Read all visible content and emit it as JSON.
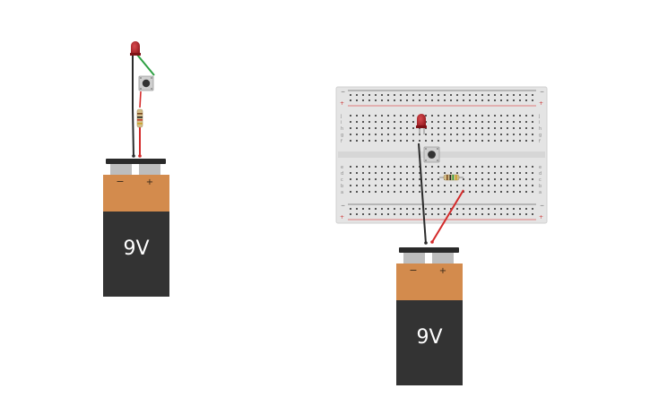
{
  "canvas": {
    "background": "#ffffff"
  },
  "colors": {
    "battery_top": "#d38b4d",
    "battery_body": "#333333",
    "battery_cap": "#2a2a2a",
    "terminal": "#bdbdbd",
    "led": "#a31f24",
    "wire_black": "#2b2b2b",
    "wire_red": "#d42a2a",
    "wire_green": "#2ea043",
    "breadboard": "#e4e4e4",
    "rail_red": "#e05a5a",
    "rail_blue": "#6a6a6a"
  },
  "battery_left": {
    "voltage_label": "9V",
    "minus_label": "−",
    "plus_label": "+"
  },
  "battery_right": {
    "voltage_label": "9V",
    "minus_label": "−",
    "plus_label": "+"
  },
  "breadboard": {
    "row_letters_top": [
      "j",
      "i",
      "h",
      "g",
      "f"
    ],
    "row_letters_bottom": [
      "e",
      "d",
      "c",
      "b",
      "a"
    ],
    "rail_plus": "+",
    "rail_minus": "−"
  }
}
